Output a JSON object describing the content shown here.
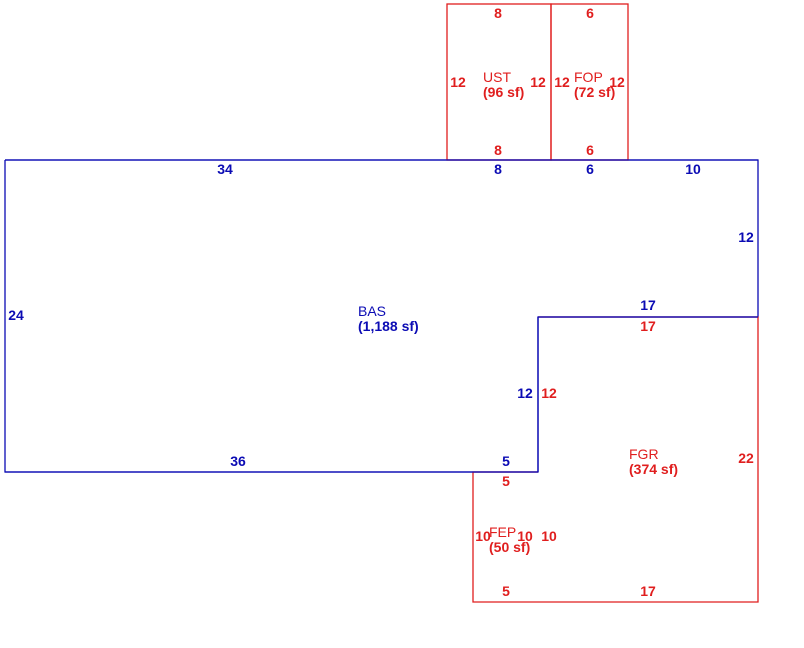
{
  "colors": {
    "primary": "#0b0bb4",
    "secondary": "#e01e1e",
    "background": "#ffffff"
  },
  "areas": {
    "bas": {
      "code": "BAS",
      "area": "(1,188 sf)",
      "color": "#0b0bb4"
    },
    "ust": {
      "code": "UST",
      "area": "(96 sf)",
      "color": "#e01e1e"
    },
    "fop": {
      "code": "FOP",
      "area": "(72 sf)",
      "color": "#e01e1e"
    },
    "fgr": {
      "code": "FGR",
      "area": "(374 sf)",
      "color": "#e01e1e"
    },
    "fep": {
      "code": "FEP",
      "area": "(50 sf)",
      "color": "#e01e1e"
    }
  },
  "dimensions": {
    "bas_top_left": "34",
    "bas_top_mid": "8",
    "bas_top_fop": "6",
    "bas_top_right": "10",
    "bas_right_upper": "12",
    "bas_step_top": "17",
    "bas_step_left": "12",
    "bas_bottom_left": "36",
    "bas_bottom_right": "5",
    "bas_left": "24",
    "ust_top": "8",
    "ust_left": "12",
    "ust_right": "12",
    "ust_bottom": "8",
    "fop_top": "6",
    "fop_left": "12",
    "fop_right": "12",
    "fop_bottom": "6",
    "fgr_top": "17",
    "fgr_left": "12",
    "fgr_right": "22",
    "fgr_bottom": "17",
    "fep_top": "5",
    "fep_left": "10",
    "fep_right_inner": "10",
    "fep_right_outer": "10",
    "fep_bottom": "5"
  }
}
